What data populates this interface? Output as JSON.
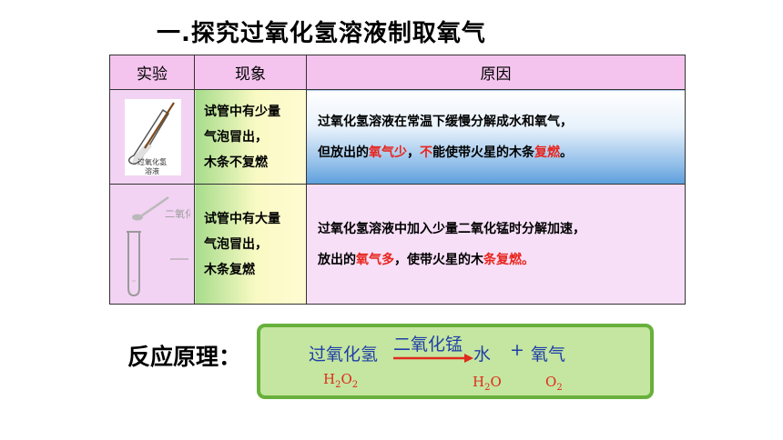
{
  "title": "一.探究过氧化氢溶液制取氧气",
  "table": {
    "headers": [
      "实验",
      "现象",
      "原因"
    ],
    "rows": [
      {
        "image_caption": [
          "过氧化氢",
          "溶液"
        ],
        "phenomenon": [
          "试管中有少量",
          "气泡冒出，",
          "木条不复燃"
        ],
        "reason_line1": "过氧化氢溶液在常温下缓慢分解成水和氧气，",
        "reason_line2": [
          {
            "text": "但放出的",
            "red": false
          },
          {
            "text": "氧气少",
            "red": true
          },
          {
            "text": "，",
            "red": false
          },
          {
            "text": "不",
            "red": true
          },
          {
            "text": "能使带火星的木条",
            "red": false
          },
          {
            "text": "复燃",
            "red": true
          },
          {
            "text": "。",
            "red": false
          }
        ]
      },
      {
        "image_caption": [
          "二氧化锰"
        ],
        "phenomenon": [
          "试管中有大量",
          "气泡冒出，",
          "木条复燃"
        ],
        "reason_line1": "过氧化氢溶液中加入少量二氧化锰时分解加速，",
        "reason_line2": [
          {
            "text": "放出的",
            "red": false
          },
          {
            "text": "氧气多",
            "red": true
          },
          {
            "text": "，使带火星的木",
            "red": false
          },
          {
            "text": "条复燃",
            "red": true
          },
          {
            "text": "。",
            "red": true
          }
        ]
      }
    ]
  },
  "reaction": {
    "label": "反应原理：",
    "reactant": "过氧化氢",
    "catalyst": "二氧化锰",
    "product1": "水",
    "plus": "+",
    "product2": "氧气",
    "formula_reactant": {
      "a": "H",
      "a_sub": "2",
      "b": "O",
      "b_sub": "2"
    },
    "formula_product1": {
      "a": "H",
      "a_sub": "2",
      "b": "O"
    },
    "formula_product2": {
      "a": "O",
      "a_sub": "2"
    }
  },
  "colors": {
    "header_bg": "#f4c4ee",
    "highlight_red": "#e8241c",
    "reaction_box_bg": "#c4e6a0",
    "reaction_box_border": "#68b03c",
    "word_blue": "#1f3ea8",
    "arrow_red": "#e02a1c"
  }
}
